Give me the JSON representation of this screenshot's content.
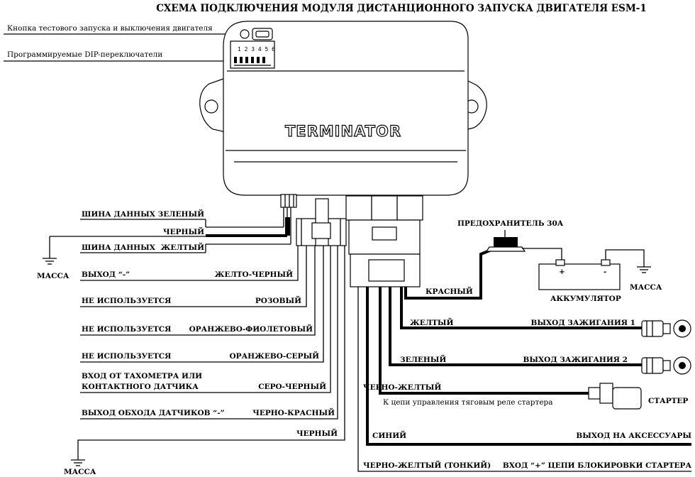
{
  "title": "СХЕМА ПОДКЛЮЧЕНИЯ МОДУЛЯ ДИСТАНЦИОННОГО ЗАПУСКА ДВИГАТЕЛЯ ESM-1",
  "module": {
    "brand": "TERMINATOR",
    "callouts": {
      "test_button": "Кнопка тестового запуска и выключения двигателя",
      "dip": "Программируемые DIP-переключатели"
    },
    "dip_numbers": "1 2 3 4 5 6"
  },
  "left_wires": [
    {
      "function": "ШИНА ДАННЫХ",
      "color": "ЗЕЛЕНЫЙ"
    },
    {
      "function": "",
      "color": "ЧЕРНЫЙ"
    },
    {
      "function": "ШИНА ДАННЫХ",
      "color": "ЖЕЛТЫЙ"
    },
    {
      "function": "ВЫХОД “-”",
      "color": "ЖЕЛТО-ЧЕРНЫЙ"
    },
    {
      "function": "НЕ ИСПОЛЬЗУЕТСЯ",
      "color": "РОЗОВЫЙ"
    },
    {
      "function": "НЕ ИСПОЛЬЗУЕТСЯ",
      "color": "ОРАНЖЕВО-ФИОЛЕТОВЫЙ"
    },
    {
      "function": "НЕ ИСПОЛЬЗУЕТСЯ",
      "color": "ОРАНЖЕВО-СЕРЫЙ"
    },
    {
      "function": "ВХОД ОТ ТАХОМЕТРА ИЛИ",
      "function2": "КОНТАКТНОГО ДАТЧИКА",
      "color": "СЕРО-ЧЕРНЫЙ"
    },
    {
      "function": "ВЫХОД ОБХОДА ДАТЧИКОВ “-”",
      "color": "ЧЕРНО-КРАСНЫЙ"
    },
    {
      "function": "",
      "color": "ЧЕРНЫЙ"
    }
  ],
  "ground_labels": {
    "top": "МАССА",
    "bottom": "МАССА",
    "battery": "МАССА"
  },
  "right_wires": [
    {
      "color": "КРАСНЫЙ",
      "target": ""
    },
    {
      "color": "ЖЕЛТЫЙ",
      "target": "ВЫХОД ЗАЖИГАНИЯ 1"
    },
    {
      "color": "ЗЕЛЕНЫЙ",
      "target": "ВЫХОД ЗАЖИГАНИЯ 2"
    },
    {
      "color": "ЧЕРНО-ЖЕЛТЫЙ",
      "target": "К цепи управления тяговым реле стартера"
    },
    {
      "color": "СИНИЙ",
      "target": "ВЫХОД НА АКСЕССУАРЫ"
    },
    {
      "color": "ЧЕРНО-ЖЕЛТЫЙ (ТОНКИЙ)",
      "target": "ВХОД “+” ЦЕПИ БЛОКИРОВКИ СТАРТЕРА"
    }
  ],
  "fuse": "ПРЕДОХРАНИТЕЛЬ 30А",
  "battery": {
    "label": "АККУМУЛЯТОР",
    "plus": "+",
    "minus": "-"
  },
  "starter": "СТАРТЕР"
}
